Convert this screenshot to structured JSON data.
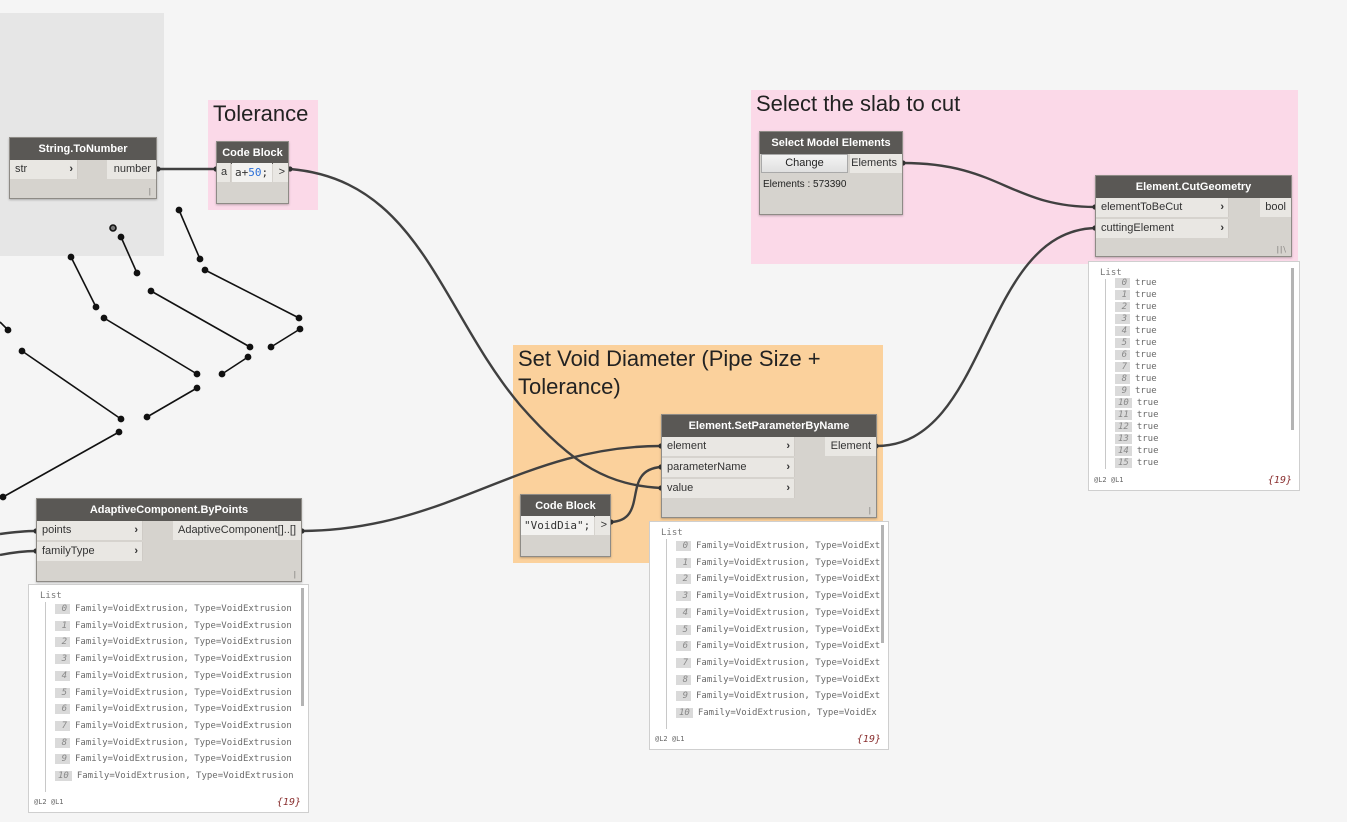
{
  "groups": {
    "tolerance": "Tolerance",
    "slab": "Select the slab to cut",
    "void": "Set Void Diameter (Pipe Size + Tolerance)"
  },
  "nodes": {
    "string_to_number": {
      "title": "String.ToNumber",
      "in": "str",
      "out": "number"
    },
    "code_block_tol": {
      "title": "Code Block",
      "in": "a",
      "code_var": "a+",
      "code_num": "50",
      "code_end": ";",
      "out": ">"
    },
    "select_model": {
      "title": "Select Model Elements",
      "button": "Change",
      "out": "Elements",
      "status": "Elements : 573390"
    },
    "cut_geometry": {
      "title": "Element.CutGeometry",
      "in1": "elementToBeCut",
      "in2": "cuttingElement",
      "out": "bool"
    },
    "set_param": {
      "title": "Element.SetParameterByName",
      "in1": "element",
      "in2": "parameterName",
      "in3": "value",
      "out": "Element"
    },
    "code_block_void": {
      "title": "Code Block",
      "code": "\"VoidDia\";",
      "out": ">"
    },
    "adaptive": {
      "title": "AdaptiveComponent.ByPoints",
      "in1": "points",
      "in2": "familyType",
      "out": "AdaptiveComponent[]..[]"
    }
  },
  "previews": {
    "list_label": "List",
    "levels": "@L2 @L1",
    "count": "{19}",
    "bool_items": [
      {
        "i": "0",
        "v": "true"
      },
      {
        "i": "1",
        "v": "true"
      },
      {
        "i": "2",
        "v": "true"
      },
      {
        "i": "3",
        "v": "true"
      },
      {
        "i": "4",
        "v": "true"
      },
      {
        "i": "5",
        "v": "true"
      },
      {
        "i": "6",
        "v": "true"
      },
      {
        "i": "7",
        "v": "true"
      },
      {
        "i": "8",
        "v": "true"
      },
      {
        "i": "9",
        "v": "true"
      },
      {
        "i": "10",
        "v": "true"
      },
      {
        "i": "11",
        "v": "true"
      },
      {
        "i": "12",
        "v": "true"
      },
      {
        "i": "13",
        "v": "true"
      },
      {
        "i": "14",
        "v": "true"
      },
      {
        "i": "15",
        "v": "true"
      }
    ],
    "adaptive_items": [
      {
        "i": "0",
        "v": "Family=VoidExtrusion, Type=VoidExtrusion"
      },
      {
        "i": "1",
        "v": "Family=VoidExtrusion, Type=VoidExtrusion"
      },
      {
        "i": "2",
        "v": "Family=VoidExtrusion, Type=VoidExtrusion"
      },
      {
        "i": "3",
        "v": "Family=VoidExtrusion, Type=VoidExtrusion"
      },
      {
        "i": "4",
        "v": "Family=VoidExtrusion, Type=VoidExtrusion"
      },
      {
        "i": "5",
        "v": "Family=VoidExtrusion, Type=VoidExtrusion"
      },
      {
        "i": "6",
        "v": "Family=VoidExtrusion, Type=VoidExtrusion"
      },
      {
        "i": "7",
        "v": "Family=VoidExtrusion, Type=VoidExtrusion"
      },
      {
        "i": "8",
        "v": "Family=VoidExtrusion, Type=VoidExtrusion"
      },
      {
        "i": "9",
        "v": "Family=VoidExtrusion, Type=VoidExtrusion"
      },
      {
        "i": "10",
        "v": "Family=VoidExtrusion, Type=VoidExtrusion"
      }
    ],
    "setparam_items": [
      {
        "i": "0",
        "v": "Family=VoidExtrusion, Type=VoidExt"
      },
      {
        "i": "1",
        "v": "Family=VoidExtrusion, Type=VoidExt"
      },
      {
        "i": "2",
        "v": "Family=VoidExtrusion, Type=VoidExt"
      },
      {
        "i": "3",
        "v": "Family=VoidExtrusion, Type=VoidExt"
      },
      {
        "i": "4",
        "v": "Family=VoidExtrusion, Type=VoidExt"
      },
      {
        "i": "5",
        "v": "Family=VoidExtrusion, Type=VoidExt"
      },
      {
        "i": "6",
        "v": "Family=VoidExtrusion, Type=VoidExt"
      },
      {
        "i": "7",
        "v": "Family=VoidExtrusion, Type=VoidExt"
      },
      {
        "i": "8",
        "v": "Family=VoidExtrusion, Type=VoidExt"
      },
      {
        "i": "9",
        "v": "Family=VoidExtrusion, Type=VoidExt"
      },
      {
        "i": "10",
        "v": "Family=VoidExtrusion, Type=VoidEx"
      }
    ]
  },
  "colors": {
    "canvas": "#f5f5f5",
    "group_gray": "#e6e6e6",
    "group_pink": "#fbd9e8",
    "group_orange": "#fbd19c",
    "node_header": "#5a5855",
    "node_body": "#d6d3ce",
    "wire": "#404040"
  }
}
